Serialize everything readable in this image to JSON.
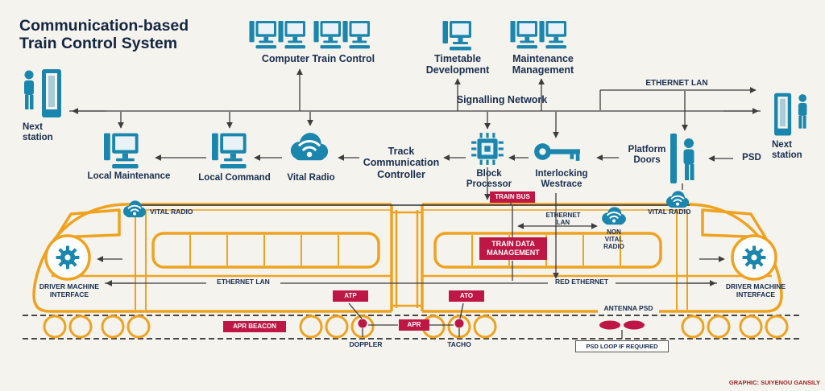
{
  "colors": {
    "teal": "#1a86ad",
    "navy": "#1a2e4f",
    "orange": "#efa21f",
    "crimson": "#bf1745"
  },
  "title": "Communication-based\nTrain Control System",
  "top_systems": {
    "computer_train_control": "Computer Train Control",
    "timetable_development": "Timetable\nDevelopment",
    "maintenance_management": "Maintenance\nManagement"
  },
  "network": {
    "signalling": "Signalling Network",
    "ethernet_lan": "ETHERNET LAN"
  },
  "stations": {
    "left": "Next\nstation",
    "right": "Next\nstation"
  },
  "wayside": {
    "local_maintenance": "Local Maintenance",
    "local_command": "Local Command",
    "vital_radio": "Vital Radio",
    "track_communication_controller": "Track\nCommunication\nController",
    "block_processor": "Block\nProcessor",
    "interlocking": "Interlocking\nWestrace",
    "platform_doors": "Platform\nDoors",
    "psd": "PSD"
  },
  "train": {
    "vital_radio_left": "VITAL RADIO",
    "vital_radio_right": "VITAL RADIO",
    "train_bus": "TRAIN BUS",
    "ethernet_lan_inner": "ETHERNET\nLAN",
    "non_vital_radio": "NON\nVITAL\nRADIO",
    "train_data_management": "TRAIN DATA\nMANAGEMENT",
    "ethernet_lan": "ETHERNET LAN",
    "red_ethernet": "RED ETHERNET",
    "dmi_left": "DRIVER MACHINE\nINTERFACE",
    "dmi_right": "DRIVER MACHINE\nINTERFACE",
    "atp": "ATP",
    "ato": "ATO",
    "apr": "APR",
    "apr_beacon": "APR BEACON",
    "antenna_psd": "ANTENNA PSD",
    "doppler": "DOPPLER",
    "tacho": "TACHO",
    "psd_loop": "PSD LOOP IF REQUIRED"
  },
  "credit": "GRAPHIC: SUIYENOU GANSILY"
}
